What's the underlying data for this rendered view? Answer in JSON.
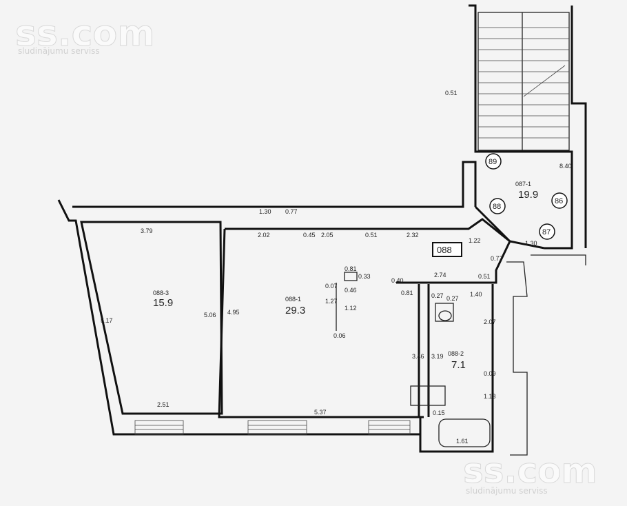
{
  "watermark": {
    "top_logo": "ss.com",
    "top_sub": "sludinājumu serviss",
    "bottom_logo": "ss.com",
    "bottom_sub": "sludinājumu serviss"
  },
  "apartment_number": "088",
  "rooms": [
    {
      "id": "088-3",
      "area": "15.9"
    },
    {
      "id": "088-1",
      "area": "29.3"
    },
    {
      "id": "088-2",
      "area": "7.1"
    },
    {
      "id": "087-1",
      "area": "19.9"
    }
  ],
  "circles": [
    "89",
    "88",
    "86",
    "87"
  ],
  "dimensions": [
    "1.30",
    "0.77",
    "3.79",
    "2.02",
    "0.45",
    "2.05",
    "0.51",
    "2.32",
    "1.22",
    "1.30",
    "0.77",
    "5.17",
    "5.06",
    "4.95",
    "2.51",
    "5.37",
    "2.74",
    "0.81",
    "0.27",
    "1.40",
    "0.27",
    "2.07",
    "3.46",
    "3.19",
    "0.09",
    "1.13",
    "0.15",
    "1.61",
    "0.81",
    "0.33",
    "0.07",
    "0.46",
    "1.27",
    "1.12",
    "0.06",
    "0.40",
    "0.51",
    "8.40",
    "0.51"
  ]
}
